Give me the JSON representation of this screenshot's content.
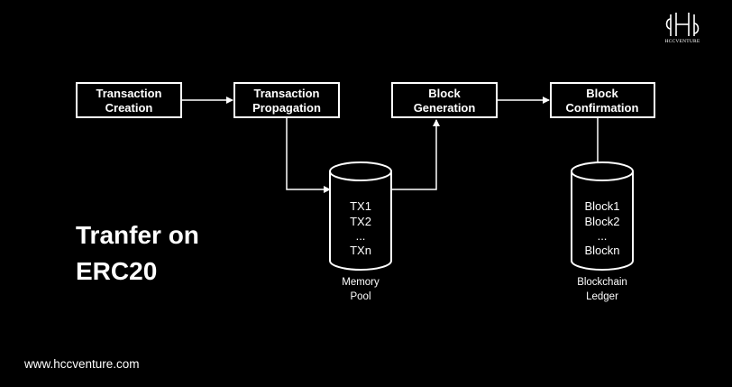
{
  "logo": {
    "text": "HCCVENTURE"
  },
  "diagram": {
    "boxes": [
      {
        "line1": "Transaction",
        "line2": "Creation"
      },
      {
        "line1": "Transaction",
        "line2": "Propagation"
      },
      {
        "line1": "Block",
        "line2": "Generation"
      },
      {
        "line1": "Block",
        "line2": "Confirmation"
      }
    ],
    "memory_pool": {
      "items": [
        "TX1",
        "TX2",
        "...",
        "TXn"
      ],
      "caption1": "Memory",
      "caption2": "Pool"
    },
    "ledger": {
      "items": [
        "Block1",
        "Block2",
        "...",
        "Blockn"
      ],
      "caption1": "Blockchain",
      "caption2": "Ledger"
    }
  },
  "headline": {
    "line1": "Tranfer on",
    "line2": "ERC20"
  },
  "footer": {
    "website": "www.hccventure.com"
  },
  "colors": {
    "background": "#000000",
    "foreground": "#ffffff"
  }
}
